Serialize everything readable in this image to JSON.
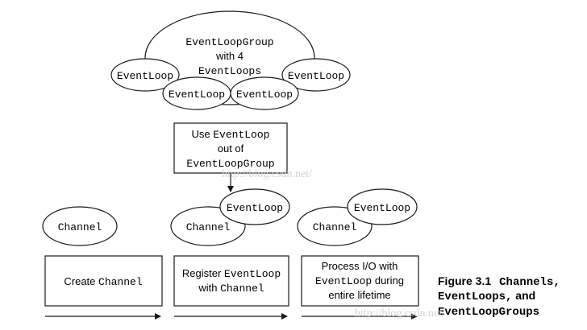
{
  "group": {
    "title_line1": "EventLoopGroup",
    "title_line2": "with 4",
    "title_line3": "EventLoops",
    "loops": [
      "EventLoop",
      "EventLoop",
      "EventLoop",
      "EventLoop"
    ]
  },
  "use_box": {
    "line1_prefix": "Use ",
    "line1_code": "EventLoop",
    "line2": "out of",
    "line3_code": "EventLoopGroup"
  },
  "stages": {
    "channel_label": "Channel",
    "eventloop_label": "EventLoop",
    "create": {
      "text": "Create ",
      "code": "Channel"
    },
    "register": {
      "line1_text": "Register ",
      "line1_code": "EventLoop",
      "line2_text": "with ",
      "line2_code": "Channel"
    },
    "process": {
      "line1": "Process I/O with",
      "line2_code": "EventLoop",
      "line2_text": " during",
      "line3": "entire lifetime"
    }
  },
  "caption": {
    "label": "Figure 3.1",
    "line1_code": "Channels,",
    "line2_code": "EventLoops,",
    "line2_text": " and",
    "line3_code": "EventLoopGroups"
  },
  "watermarks": [
    "http://blog.csdn.net/",
    "http://blog.csdn.net/"
  ]
}
